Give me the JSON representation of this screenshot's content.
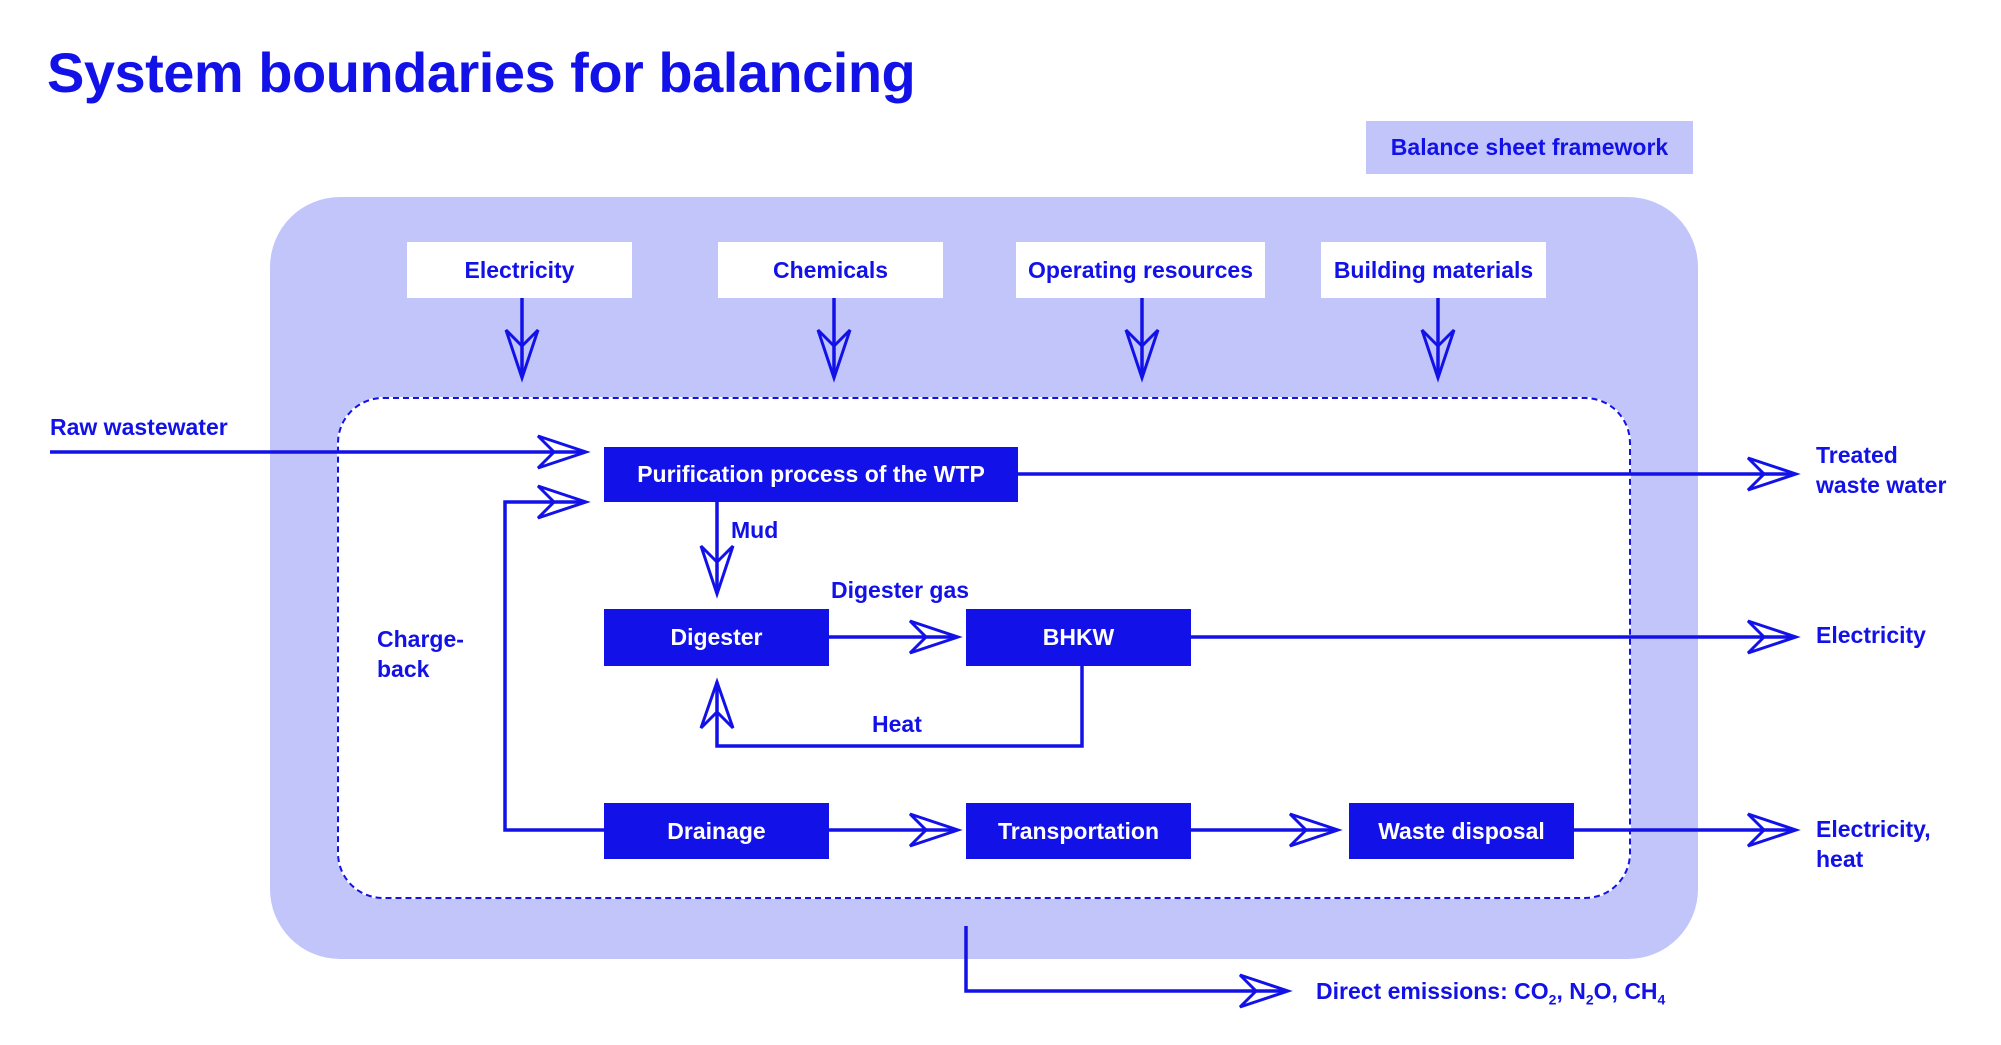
{
  "title": "System boundaries for balancing",
  "framework_label": "Balance sheet framework",
  "inputs": [
    "Electricity",
    "Chemicals",
    "Operating resources",
    "Building materials"
  ],
  "processes": {
    "purification": "Purification process of the WTP",
    "digester": "Digester",
    "bhkw": "BHKW",
    "drainage": "Drainage",
    "transportation": "Transportation",
    "waste_disposal": "Waste disposal"
  },
  "flows": {
    "raw_wastewater": "Raw wastewater",
    "mud": "Mud",
    "digester_gas": "Digester gas",
    "heat": "Heat",
    "chargeback": "Charge-back"
  },
  "outputs": {
    "treated_water": "Treated waste water",
    "electricity": "Electricity",
    "electricity_heat": "Electricity, heat",
    "direct_emissions_prefix": "Direct emissions:",
    "emission_gases": [
      {
        "symbol": "CO",
        "sub": "2"
      },
      {
        "symbol": "N",
        "sub": "2",
        "suffix": "O"
      },
      {
        "symbol": "CH",
        "sub": "4"
      }
    ]
  },
  "colors": {
    "primary": "#1212e8",
    "framework_fill": "#c2c5fa",
    "background": "#ffffff"
  }
}
